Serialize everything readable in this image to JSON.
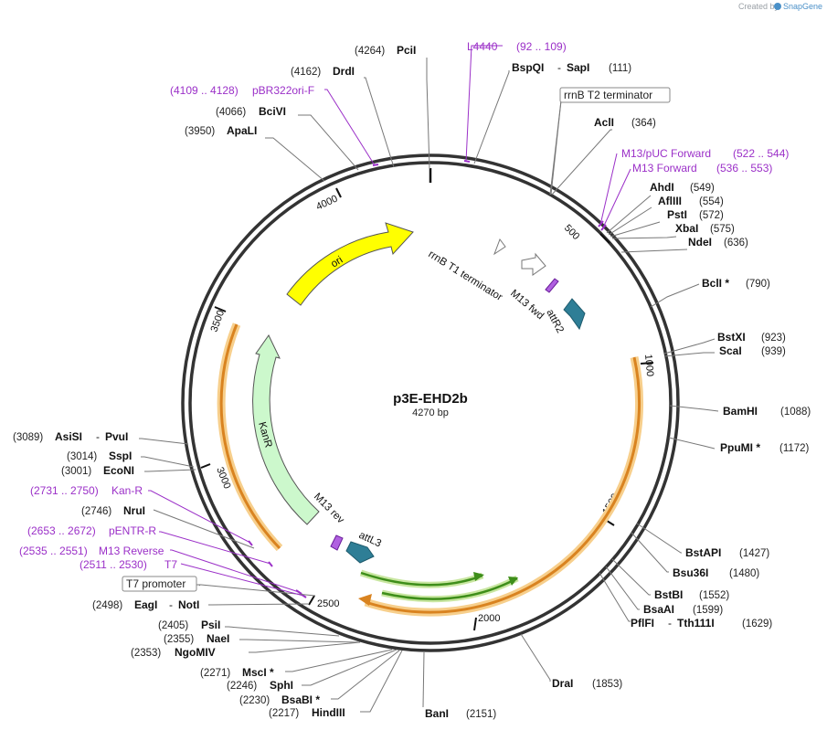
{
  "credit": {
    "prefix": "Created by",
    "brand": "SnapGene"
  },
  "plasmid": {
    "name": "p3E-EHD2b",
    "length": "4270 bp"
  },
  "ticks": [
    "500",
    "1000",
    "1500",
    "2000",
    "2500",
    "3000",
    "3500",
    "4000"
  ],
  "features": {
    "ori": "ori",
    "kanr": "KanR",
    "rrnb_t1": "rrnB T1 terminator",
    "m13_fwd": "M13 fwd",
    "attr2": "attR2",
    "m13_rev": "M13 rev",
    "attl3": "attL3",
    "rrnb_t2": "rrnB T2 terminator",
    "t7_promoter": "T7 promoter"
  },
  "sites": [
    {
      "id": "pcii",
      "pos": "(4264)",
      "name": "PciI"
    },
    {
      "id": "drdi",
      "pos": "(4162)",
      "name": "DrdI"
    },
    {
      "id": "bcivi",
      "pos": "(4066)",
      "name": "BciVI"
    },
    {
      "id": "apali",
      "pos": "(3950)",
      "name": "ApaLI"
    },
    {
      "id": "bspqi",
      "name": "BspQI",
      "name2": "SapI",
      "pos": "(111)"
    },
    {
      "id": "acli",
      "name": "AclI",
      "pos": "(364)"
    },
    {
      "id": "ahdi",
      "name": "AhdI",
      "pos": "(549)"
    },
    {
      "id": "afliii",
      "name": "AflIII",
      "pos": "(554)"
    },
    {
      "id": "psti",
      "name": "PstI",
      "pos": "(572)"
    },
    {
      "id": "xbai",
      "name": "XbaI",
      "pos": "(575)"
    },
    {
      "id": "ndei",
      "name": "NdeI",
      "pos": "(636)"
    },
    {
      "id": "bcli",
      "name": "BclI *",
      "pos": "(790)"
    },
    {
      "id": "bstxi",
      "name": "BstXI",
      "pos": "(923)"
    },
    {
      "id": "scai",
      "name": "ScaI",
      "pos": "(939)"
    },
    {
      "id": "bamhi",
      "name": "BamHI",
      "pos": "(1088)"
    },
    {
      "id": "ppumi",
      "name": "PpuMI *",
      "pos": "(1172)"
    },
    {
      "id": "bstapi",
      "name": "BstAPI",
      "pos": "(1427)"
    },
    {
      "id": "bsu36i",
      "name": "Bsu36I",
      "pos": "(1480)"
    },
    {
      "id": "bstbi",
      "name": "BstBI",
      "pos": "(1552)"
    },
    {
      "id": "bsaai",
      "name": "BsaAI",
      "pos": "(1599)"
    },
    {
      "id": "pflfi",
      "name": "PflFI",
      "name2": "Tth111I",
      "pos": "(1629)"
    },
    {
      "id": "drai",
      "name": "DraI",
      "pos": "(1853)"
    },
    {
      "id": "bani",
      "name": "BanI",
      "pos": "(2151)"
    },
    {
      "id": "hindiii",
      "pos": "(2217)",
      "name": "HindIII"
    },
    {
      "id": "bsabi",
      "pos": "(2230)",
      "name": "BsaBI *"
    },
    {
      "id": "sphi",
      "pos": "(2246)",
      "name": "SphI"
    },
    {
      "id": "msci",
      "pos": "(2271)",
      "name": "MscI *"
    },
    {
      "id": "ngomiv",
      "pos": "(2353)",
      "name": "NgoMIV"
    },
    {
      "id": "naei",
      "pos": "(2355)",
      "name": "NaeI"
    },
    {
      "id": "psii",
      "pos": "(2405)",
      "name": "PsiI"
    },
    {
      "id": "eagi",
      "pos": "(2498)",
      "name": "EagI",
      "name2": "NotI"
    },
    {
      "id": "nrui",
      "pos": "(2746)",
      "name": "NruI"
    },
    {
      "id": "econi",
      "pos": "(3001)",
      "name": "EcoNI"
    },
    {
      "id": "sspi",
      "pos": "(3014)",
      "name": "SspI"
    },
    {
      "id": "asisi",
      "pos": "(3089)",
      "name": "AsiSI",
      "name2": "PvuI"
    }
  ],
  "primers": [
    {
      "id": "l4440",
      "name": "L4440",
      "range": "(92 .. 109)"
    },
    {
      "id": "pbr322",
      "name": "pBR322ori-F",
      "range": "(4109 .. 4128)"
    },
    {
      "id": "m13puc",
      "name": "M13/pUC Forward",
      "range": "(522 .. 544)"
    },
    {
      "id": "m13fwd",
      "name": "M13 Forward",
      "range": "(536 .. 553)"
    },
    {
      "id": "kanr_p",
      "name": "Kan-R",
      "range": "(2731 .. 2750)"
    },
    {
      "id": "pentr",
      "name": "pENTR-R",
      "range": "(2653 .. 2672)"
    },
    {
      "id": "m13rev",
      "name": "M13 Reverse",
      "range": "(2535 .. 2551)"
    },
    {
      "id": "t7",
      "name": "T7",
      "range": "(2511 .. 2530)"
    }
  ]
}
